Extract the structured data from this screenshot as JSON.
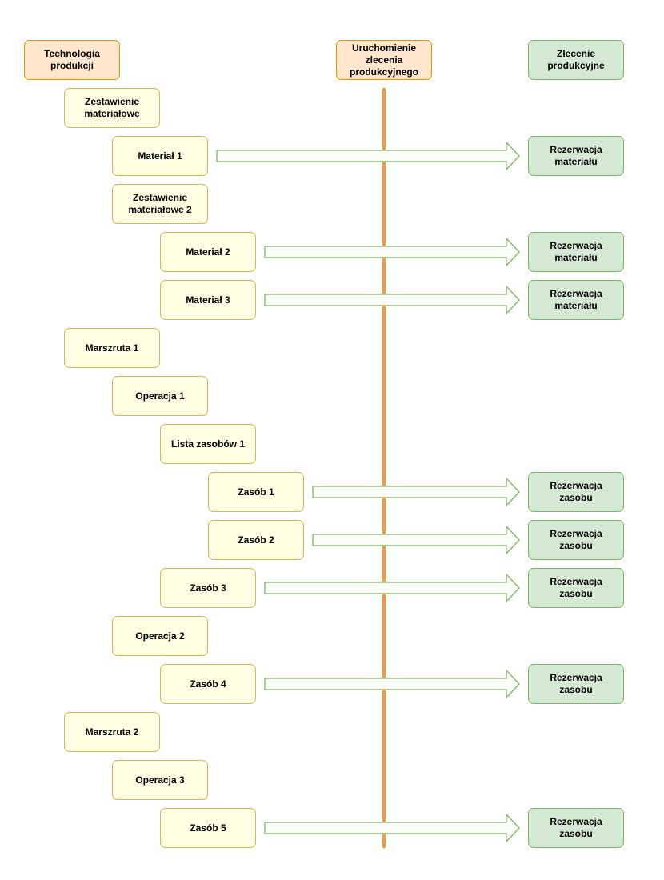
{
  "colors": {
    "tech_fill": "#fffde2",
    "tech_stroke": "#d6b656",
    "header_orange_fill": "#ffe6cc",
    "header_orange_stroke": "#d79b00",
    "green_fill": "#d5e8d4",
    "green_stroke": "#82b366",
    "timeline": "#f8973b"
  },
  "headers": {
    "technology": "Technologia produkcji",
    "release": "Uruchomienie zlecenia produkcyjnego",
    "order": "Zlecenie produkcyjne"
  },
  "tree": [
    {
      "label": "Zestawienie materiałowe"
    },
    {
      "label": "Materiał 1",
      "reservation": "Rezerwacja materiału"
    },
    {
      "label": "Zestawienie materiałowe 2"
    },
    {
      "label": "Materiał 2",
      "reservation": "Rezerwacja materiału"
    },
    {
      "label": "Materiał 3",
      "reservation": "Rezerwacja materiału"
    },
    {
      "label": "Marszruta 1"
    },
    {
      "label": "Operacja 1"
    },
    {
      "label": "Lista zasobów 1"
    },
    {
      "label": "Zasób 1",
      "reservation": "Rezerwacja zasobu"
    },
    {
      "label": "Zasób 2",
      "reservation": "Rezerwacja zasobu"
    },
    {
      "label": "Zasób 3",
      "reservation": "Rezerwacja zasobu"
    },
    {
      "label": "Operacja 2"
    },
    {
      "label": "Zasób 4",
      "reservation": "Rezerwacja zasobu"
    },
    {
      "label": "Marszruta 2"
    },
    {
      "label": "Operacja 3"
    },
    {
      "label": "Zasób 5",
      "reservation": "Rezerwacja zasobu"
    }
  ]
}
